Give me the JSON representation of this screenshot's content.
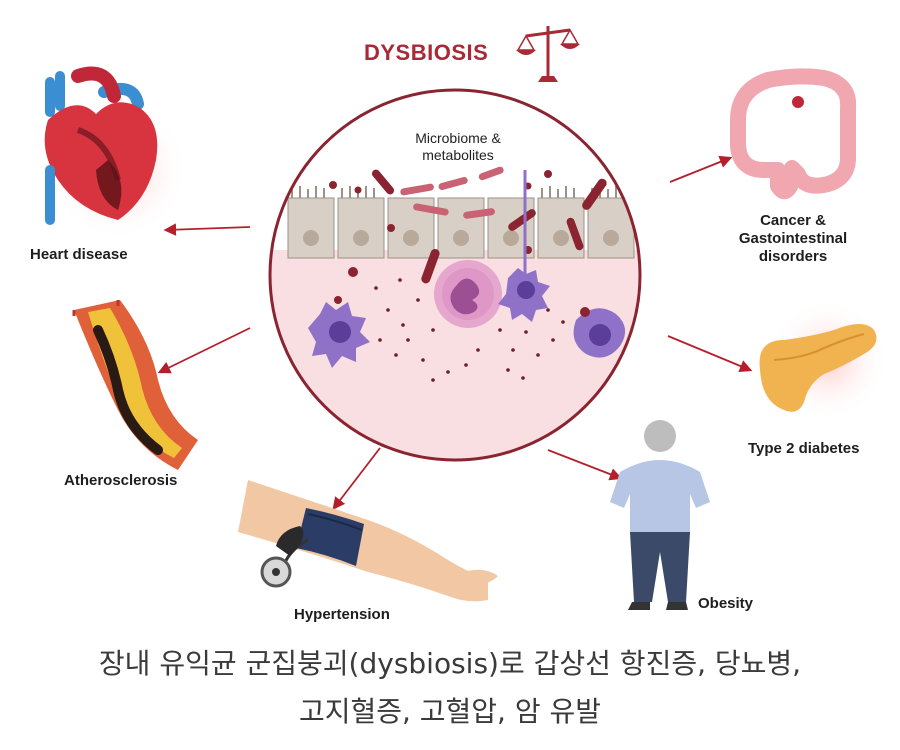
{
  "diagram": {
    "title": "DYSBIOSIS",
    "center_label_line1": "Microbiome &",
    "center_label_line2": "metabolites",
    "conditions": {
      "heart": "Heart disease",
      "atherosclerosis": "Atherosclerosis",
      "hypertension": "Hypertension",
      "obesity": "Obesity",
      "diabetes": "Type 2 diabetes",
      "cancer_line1": "Cancer &",
      "cancer_line2": "Gastointestinal",
      "cancer_line3": "disorders"
    }
  },
  "caption": {
    "line1": "장내 유익균 군집붕괴(dysbiosis)로 갑상선 항진증, 당뇨병,",
    "line2": "고지혈증, 고혈압, 암 유발"
  },
  "colors": {
    "accent": "#a82a36",
    "arrow": "#b3202c",
    "circle_fill": "#f9dfe2",
    "cell_fill": "#d8cfc6",
    "bacteria": "#8a2430",
    "immune_cell": "#8f72c8"
  },
  "icons": [
    "balance-scale-icon",
    "heart-illustration",
    "artery-illustration",
    "blood-pressure-cuff-illustration",
    "person-illustration",
    "pancreas-illustration",
    "colon-illustration"
  ]
}
